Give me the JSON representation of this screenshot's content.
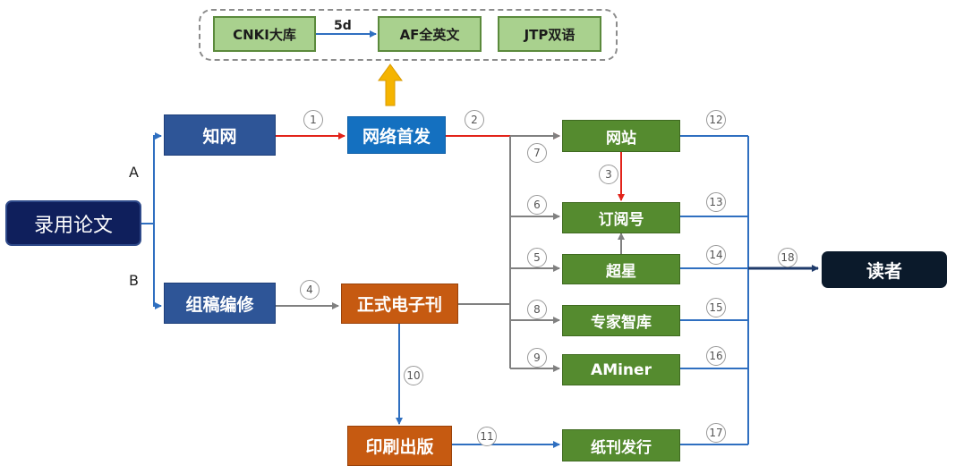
{
  "colors": {
    "blue_line": "#2f6fc0",
    "red_line": "#e2231a",
    "gray_line": "#808080",
    "arrow_yellow": "#f5b400"
  },
  "nodes": {
    "accepted_paper": "录用论文",
    "cnki": "知网",
    "online_first": "网络首发",
    "editing": "组稿编修",
    "official_ejournal": "正式电子刊",
    "printing": "印刷出版",
    "website": "网站",
    "subscription": "订阅号",
    "chaoxing": "超星",
    "expert_db": "专家智库",
    "aminer": "AMiner",
    "print_distribution": "纸刊发行",
    "readers": "读者",
    "cnki_db": "CNKI大库",
    "af_english": "AF全英文",
    "jtp_bilingual": "JTP双语"
  },
  "labels": {
    "path_a": "A",
    "path_b": "B",
    "delay": "5d"
  },
  "steps": [
    "1",
    "2",
    "3",
    "4",
    "5",
    "6",
    "7",
    "8",
    "9",
    "10",
    "11",
    "12",
    "13",
    "14",
    "15",
    "16",
    "17",
    "18"
  ]
}
